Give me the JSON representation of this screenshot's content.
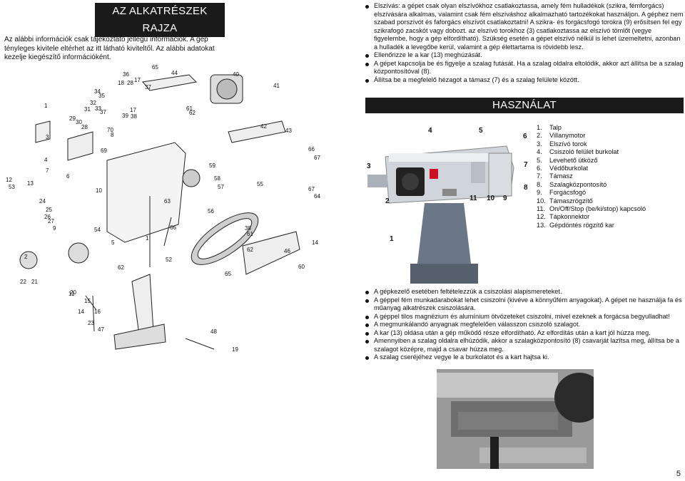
{
  "left": {
    "title": "AZ ALKATRÉSZEK RAJZA",
    "intro": "Az alábbi információk csak tájékoztató jellegű információk. A gép tényleges kivitele eltérhet az itt látható kiviteltől. Az alábbi adatokat kezelje kiegészítő információként.",
    "diagram_labels": [
      "65",
      "44",
      "40",
      "36",
      "17",
      "28",
      "37",
      "18",
      "41",
      "34",
      "35",
      "32",
      "31",
      "33",
      "37",
      "39",
      "38",
      "17",
      "61",
      "62",
      "1",
      "29",
      "30",
      "28",
      "70",
      "8",
      "3",
      "69",
      "4",
      "42",
      "43",
      "66",
      "67",
      "7",
      "13",
      "6",
      "59",
      "58",
      "57",
      "55",
      "56",
      "24",
      "25",
      "26",
      "27",
      "9",
      "10",
      "54",
      "63",
      "66",
      "67",
      "64",
      "14",
      "12",
      "53",
      "1",
      "52",
      "38",
      "61",
      "62",
      "46",
      "65",
      "60",
      "22",
      "21",
      "2",
      "5",
      "62",
      "11",
      "20",
      "14",
      "15",
      "16",
      "23",
      "47",
      "48",
      "19"
    ]
  },
  "right_top": {
    "bullets": [
      "Elszívás: a gépet csak olyan elszívókhoz csatlakoztassa, amely fém hulladékok (szikra, fémforgács) elszívására alkalmas, valamint csak fém elszíváshoz alkalmazható tartozékokat használjon. A géphez nem szabad porszívót és faforgács elszívót csatlakoztatni! A szikra- és forgácsfogó torokra (9) erősítsen fel egy szikrafogó zacskót vagy dobozt. az elszívó torokhoz (3) csatlakoztassa az elszívó tömlőt (vegye figyelembe, hogy a gép elfordítható). Szükség esetén a gépet elszívó nélkül is lehet üzemeltetni, azonban a hulladék a levegőbe kerül, valamint a gép élettartama is rövidebb lesz.",
      "Ellenőrizze le a kar (13) meghúzását.",
      "A gépet kapcsolja be és figyelje a szalag futását. Ha a szalag oldalra eltolódik, akkor azt állítsa be a szalag központosítóval (8).",
      "Állítsa be a megfelelő hézagot a támasz (7) és a szalag felülete között."
    ]
  },
  "usage": {
    "title": "HASZNÁLAT",
    "callouts": [
      "4",
      "5",
      "6",
      "7",
      "8",
      "3",
      "2",
      "11",
      "10",
      "9",
      "1"
    ],
    "parts": [
      {
        "n": "1.",
        "label": "Talp"
      },
      {
        "n": "2.",
        "label": "Villanymotor"
      },
      {
        "n": "3.",
        "label": "Elszívó torok"
      },
      {
        "n": "4.",
        "label": "Csiszoló felület burkolat"
      },
      {
        "n": "5.",
        "label": "Levehető ütköző"
      },
      {
        "n": "6.",
        "label": "Védőburkolat"
      },
      {
        "n": "7.",
        "label": "Támasz"
      },
      {
        "n": "8.",
        "label": "Szalagközpontosító"
      },
      {
        "n": "9.",
        "label": "Forgácsfogó"
      },
      {
        "n": "10.",
        "label": "Támaszrögzítő"
      },
      {
        "n": "11.",
        "label": "On/Off/Stop (be/ki/stop) kapcsoló"
      },
      {
        "n": "12.",
        "label": "Tápkonnektor"
      },
      {
        "n": "13.",
        "label": "Gépdöntés rögzítő kar"
      }
    ],
    "bullets": [
      "A gépkezelő esetében feltételezzük a csiszolási alapismereteket.",
      "A géppel fém munkadarabokat lehet csiszolni (kivéve a könnyűfém anyagokat). A gépet ne használja fa és műanyag alkatrészek csiszolására.",
      "A géppel tilos magnézium és alumínium ötvözeteket csiszolni, mivel ezeknek a forgácsa begyulladhat!",
      "A megmunkálandó anyagnak megfelelően válasszon csiszoló szalagot.",
      "A kar (13) oldása után a gép működő része elfordítható. Az elfordítás után a kart jól húzza meg.",
      "Amennyiben a szalag oldalra elhúzódik, akkor a szalagközpontosító (8) csavarját lazítsa meg, állítsa be a szalagot középre, majd a csavar húzza meg.",
      "A szalag cseréjéhez vegye le a burkolatot és a kart hajtsa ki."
    ]
  },
  "page_number": "5"
}
